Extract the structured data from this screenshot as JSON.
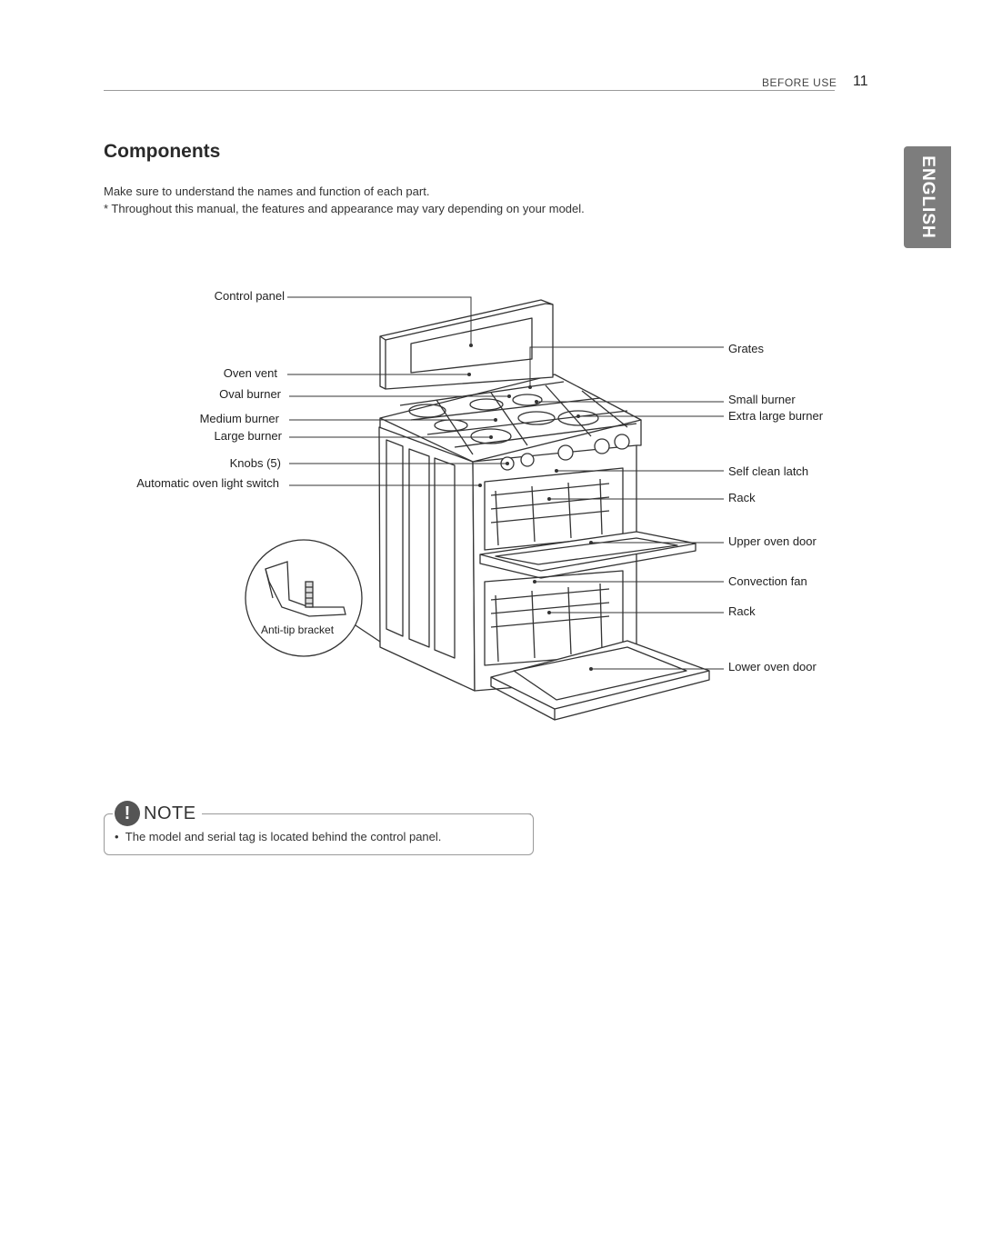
{
  "header": {
    "section": "BEFORE USE",
    "page_number": "11"
  },
  "sidebar_tab": {
    "label": "ENGLISH"
  },
  "title": "Components",
  "intro": [
    "Make sure to understand the names and function of each part.",
    "* Throughout this manual, the features and appearance may vary depending on your model."
  ],
  "labels_left": {
    "control_panel": "Control panel",
    "oven_vent": "Oven vent",
    "oval_burner": "Oval burner",
    "medium_burner": "Medium burner",
    "large_burner": "Large burner",
    "knobs": "Knobs (5)",
    "oven_light_switch": "Automatic oven light switch"
  },
  "labels_right": {
    "grates": "Grates",
    "small_burner": "Small burner",
    "extra_large_burner": "Extra large burner",
    "self_clean_latch": "Self clean latch",
    "rack_upper": "Rack",
    "upper_oven_door": "Upper oven door",
    "convection_fan": "Convection fan",
    "rack_lower": "Rack",
    "lower_oven_door": "Lower oven door"
  },
  "inset_label": "Anti-tip bracket",
  "note": {
    "label": "NOTE",
    "items": [
      "The model and serial tag is located behind the control panel."
    ]
  }
}
